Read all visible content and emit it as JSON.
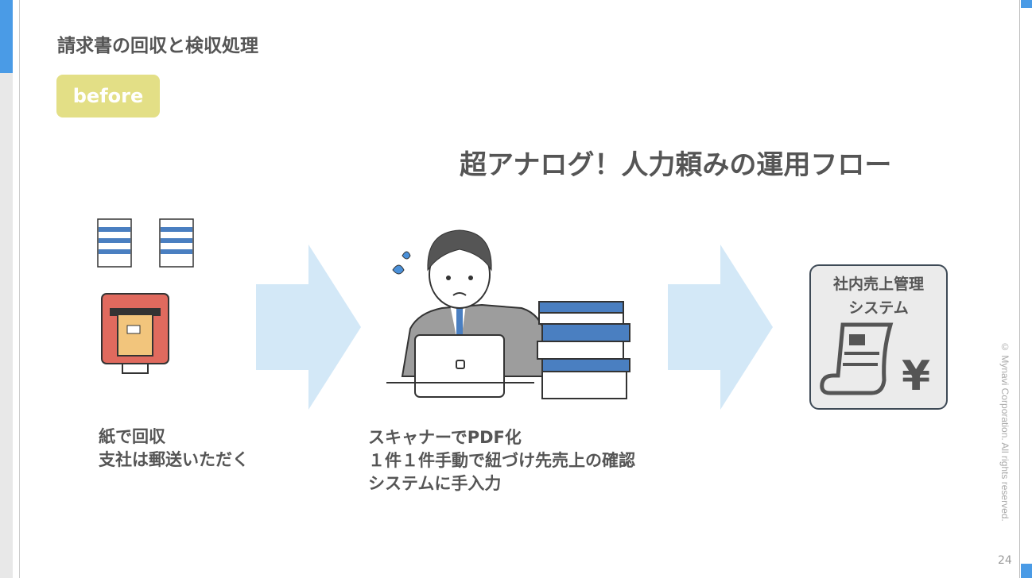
{
  "slide": {
    "title": "請求書の回収と検収処理",
    "badge": "before",
    "headline": "超アナログ！人力頼みの運用フロー",
    "step1": {
      "lines": [
        "紙で回収",
        "支社は郵送いただく"
      ]
    },
    "step2": {
      "lines": [
        "スキャナーでPDF化",
        "１件１件手動で紐づけ先売上の確認",
        "システムに手入力"
      ]
    },
    "system_box": {
      "lines": [
        "社内売上管理",
        "システム"
      ]
    },
    "copyright": "© Mynavi Corporation. All rights reserved.",
    "page_number": "24"
  },
  "colors": {
    "badge": "#e3df86",
    "arrow": "#d3e8f7",
    "accent": "#4a7fc1"
  }
}
